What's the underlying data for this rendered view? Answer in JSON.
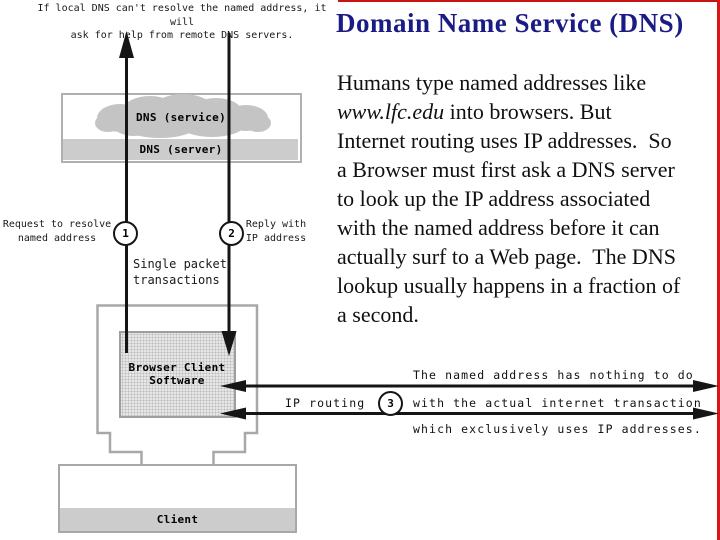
{
  "colors": {
    "title_blue": "#1b1b86",
    "border_red": "#c41414",
    "box_fill_gray": "#cccccc",
    "outline_gray": "#a8a8a8"
  },
  "header": {
    "title": "Domain Name Service (DNS)"
  },
  "body": {
    "line1": "Humans type named addresses like",
    "line2_italic": "www.lfc.edu",
    "line2_rest": " into browsers. But",
    "line3": "Internet routing uses IP addresses.  So",
    "line4": "a Browser must first ask a DNS server",
    "line5": "to look up the IP address associated",
    "line6": "with the named address before it can",
    "line7": "actually surf to a Web page.  The DNS",
    "line8": "lookup usually happens in a fraction of",
    "line9": "a second."
  },
  "diagram": {
    "caption_line1": "If local DNS can't resolve the named address, it will",
    "caption_line2": "ask for help from remote DNS servers.",
    "dns_service_label": "DNS (service)",
    "dns_server_label": "DNS (server)",
    "step1": {
      "number": "1",
      "label_line1": "Request to resolve",
      "label_line2": "named address"
    },
    "step2": {
      "number": "2",
      "label_line1": "Reply with",
      "label_line2": "IP address"
    },
    "step3": {
      "number": "3",
      "label": "IP routing"
    },
    "packet_note_line1": "Single packet",
    "packet_note_line2": "transactions",
    "browser_label_line1": "Browser Client",
    "browser_label_line2": "Software",
    "client_label": "Client",
    "routing_note_line1": "The named address has nothing to do",
    "routing_note_line2": "with the actual internet transaction",
    "routing_note_line3": "which exclusively uses IP addresses."
  }
}
